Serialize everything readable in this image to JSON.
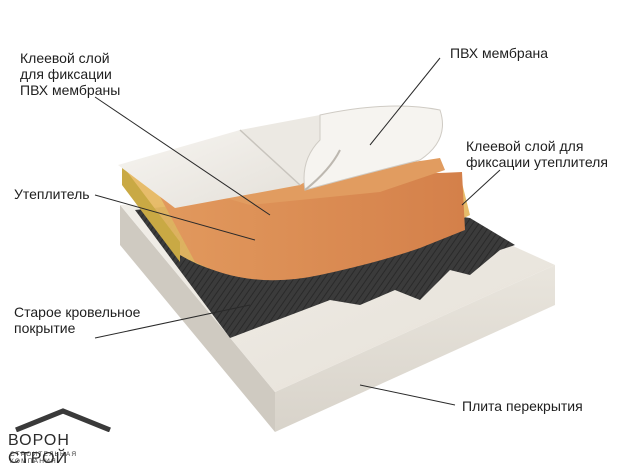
{
  "labels": {
    "adhesive_membrane": [
      "Клеевой слой",
      "для фиксации",
      "ПВХ мембраны"
    ],
    "pvc_membrane": [
      "ПВХ мембрана"
    ],
    "adhesive_insulation": [
      "Клеевой слой для",
      "фиксации утеплителя"
    ],
    "insulation": [
      "Утеплитель"
    ],
    "old_roofing": [
      "Старое кровельное",
      "покрытие"
    ],
    "slab": [
      "Плита перекрытия"
    ]
  },
  "logo": {
    "name": "ВОРОН СТРОЙ",
    "subtitle": "СТРОИТЕЛЬНАЯ КОМПАНИЯ"
  },
  "colors": {
    "slab_top": "#ece8e0",
    "slab_side": "#d9d5cd",
    "bitumen": "#3a3a3a",
    "insulation_adhesive": "#e2b35a",
    "insulation": "#dc8e55",
    "membrane": "#f4f1ec",
    "leader": "#2a2a2a"
  }
}
